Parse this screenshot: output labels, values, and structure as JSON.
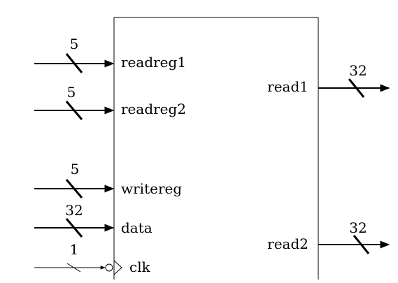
{
  "inputs": [
    {
      "id": "readreg1",
      "label": "readreg1",
      "width": "5"
    },
    {
      "id": "readreg2",
      "label": "readreg2",
      "width": "5"
    },
    {
      "id": "writereg",
      "label": "writereg",
      "width": "5"
    },
    {
      "id": "data",
      "label": "data",
      "width": "32"
    },
    {
      "id": "clk",
      "label": "clk",
      "width": "1"
    }
  ],
  "outputs": [
    {
      "id": "read1",
      "label": "read1",
      "width": "32"
    },
    {
      "id": "read2",
      "label": "read2",
      "width": "32"
    }
  ]
}
